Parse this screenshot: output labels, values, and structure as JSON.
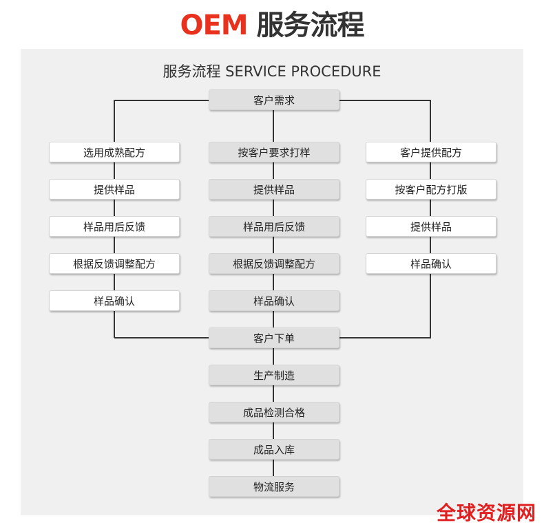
{
  "title": {
    "brand": "OEM",
    "text": "服务流程"
  },
  "subtitle": "服务流程 SERVICE PROCEDURE",
  "top": "客户需求",
  "left": [
    "选用成熟配方",
    "提供样品",
    "样品用后反馈",
    "根据反馈调整配方",
    "样品确认"
  ],
  "center": [
    "按客户要求打样",
    "提供样品",
    "样品用后反馈",
    "根据反馈调整配方",
    "样品确认"
  ],
  "right": [
    "客户提供配方",
    "按客户配方打版",
    "提供样品",
    "样品确认"
  ],
  "bottom": [
    "客户下单",
    "生产制造",
    "成品检测合格",
    "成品入库",
    "物流服务"
  ],
  "watermark": "全球资源网",
  "colors": {
    "accent": "#e8321e",
    "watermark": "#e02020"
  }
}
